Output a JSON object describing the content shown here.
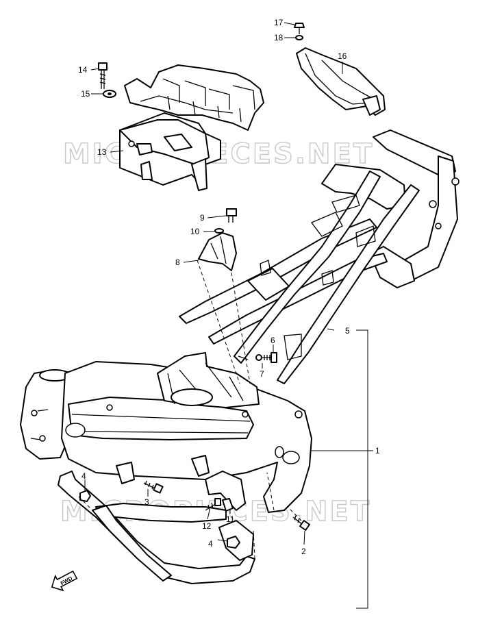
{
  "watermarks": [
    "MICROPIECES.NET",
    "MICROPIECES.NET"
  ],
  "fwd_label": "FWD",
  "callouts": [
    "1",
    "2",
    "3",
    "4",
    "4",
    "5",
    "6",
    "7",
    "8",
    "9",
    "10",
    "11",
    "12",
    "13",
    "14",
    "15",
    "16",
    "17",
    "18"
  ]
}
